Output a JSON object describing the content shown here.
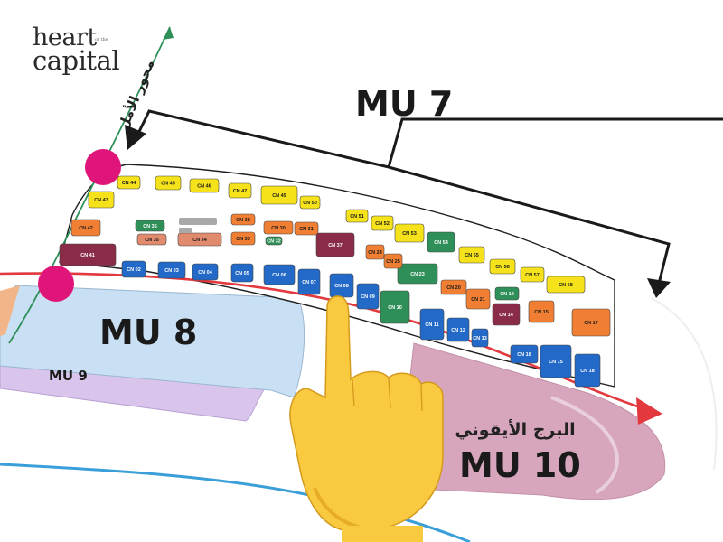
{
  "brand": {
    "line1": "heart",
    "line2": "capital",
    "tiny": "of the"
  },
  "zones": {
    "mu7": "MU 7",
    "mu8": "MU 8",
    "mu9": "MU 9",
    "mu10": "MU 10",
    "mu10_arabic": "البرج الأيقوني",
    "road_arabic": "محور الأمل"
  },
  "colors": {
    "yellow": "#f5e21a",
    "orange": "#f07f33",
    "salmon": "#e08a6e",
    "maroon": "#8a2c47",
    "green": "#2f8f58",
    "blue": "#2369c8",
    "gray": "#a9a9a9",
    "mu8_fill": "#c9dff3",
    "mu9_fill": "#d9c4ec",
    "mu10_fill": "#d7a6bd",
    "marker": "#e0157a",
    "arrow_red": "#e2383e",
    "canal": "#3a9fd8"
  },
  "plots": [
    {
      "id": "CN 44",
      "c": "yellow"
    },
    {
      "id": "CN 45",
      "c": "yellow"
    },
    {
      "id": "CN 46",
      "c": "yellow"
    },
    {
      "id": "CN 47",
      "c": "yellow"
    },
    {
      "id": "CN 49",
      "c": "yellow"
    },
    {
      "id": "CN 50",
      "c": "yellow"
    },
    {
      "id": "CN 51",
      "c": "yellow"
    },
    {
      "id": "CN 52",
      "c": "yellow"
    },
    {
      "id": "CN 53",
      "c": "yellow"
    },
    {
      "id": "CN 55",
      "c": "yellow"
    },
    {
      "id": "CN 56",
      "c": "yellow"
    },
    {
      "id": "CN 57",
      "c": "yellow"
    },
    {
      "id": "CN 58",
      "c": "yellow"
    },
    {
      "id": "CN 54",
      "c": "green"
    },
    {
      "id": "CN 43",
      "c": "yellow"
    },
    {
      "id": "CN 42",
      "c": "orange"
    },
    {
      "id": "CN 41",
      "c": "maroon"
    },
    {
      "id": "CN 36",
      "c": "green"
    },
    {
      "id": "CN 35",
      "c": "salmon"
    },
    {
      "id": "CN 34",
      "c": "salmon"
    },
    {
      "id": "CN 38",
      "c": "orange"
    },
    {
      "id": "CN 33",
      "c": "orange"
    },
    {
      "id": "CN 30",
      "c": "orange"
    },
    {
      "id": "CN 31",
      "c": "orange"
    },
    {
      "id": "CN 32",
      "c": "green"
    },
    {
      "id": "CN 37",
      "c": "maroon"
    },
    {
      "id": "CN 23",
      "c": "green"
    },
    {
      "id": "CN 24",
      "c": "orange"
    },
    {
      "id": "CN 25",
      "c": "orange"
    },
    {
      "id": "CN 02",
      "c": "blue"
    },
    {
      "id": "CN 03",
      "c": "blue"
    },
    {
      "id": "CN 04",
      "c": "blue"
    },
    {
      "id": "CN 05",
      "c": "blue"
    },
    {
      "id": "CN 06",
      "c": "blue"
    },
    {
      "id": "CN 07",
      "c": "blue"
    },
    {
      "id": "CN 08",
      "c": "blue"
    },
    {
      "id": "CN 09",
      "c": "blue"
    },
    {
      "id": "CN 10",
      "c": "green"
    },
    {
      "id": "CN 11",
      "c": "blue"
    },
    {
      "id": "CN 12",
      "c": "blue"
    },
    {
      "id": "CN 13",
      "c": "blue"
    },
    {
      "id": "CN 20",
      "c": "orange"
    },
    {
      "id": "CN 21",
      "c": "orange"
    },
    {
      "id": "CN 19",
      "c": "green"
    },
    {
      "id": "CN 14",
      "c": "maroon"
    },
    {
      "id": "CN 15",
      "c": "orange"
    },
    {
      "id": "CN 17",
      "c": "orange"
    },
    {
      "id": "CN 16",
      "c": "blue"
    },
    {
      "id": "CN 18",
      "c": "blue"
    },
    {
      "id": "CN 15b",
      "label": "CN 15",
      "c": "blue"
    }
  ]
}
